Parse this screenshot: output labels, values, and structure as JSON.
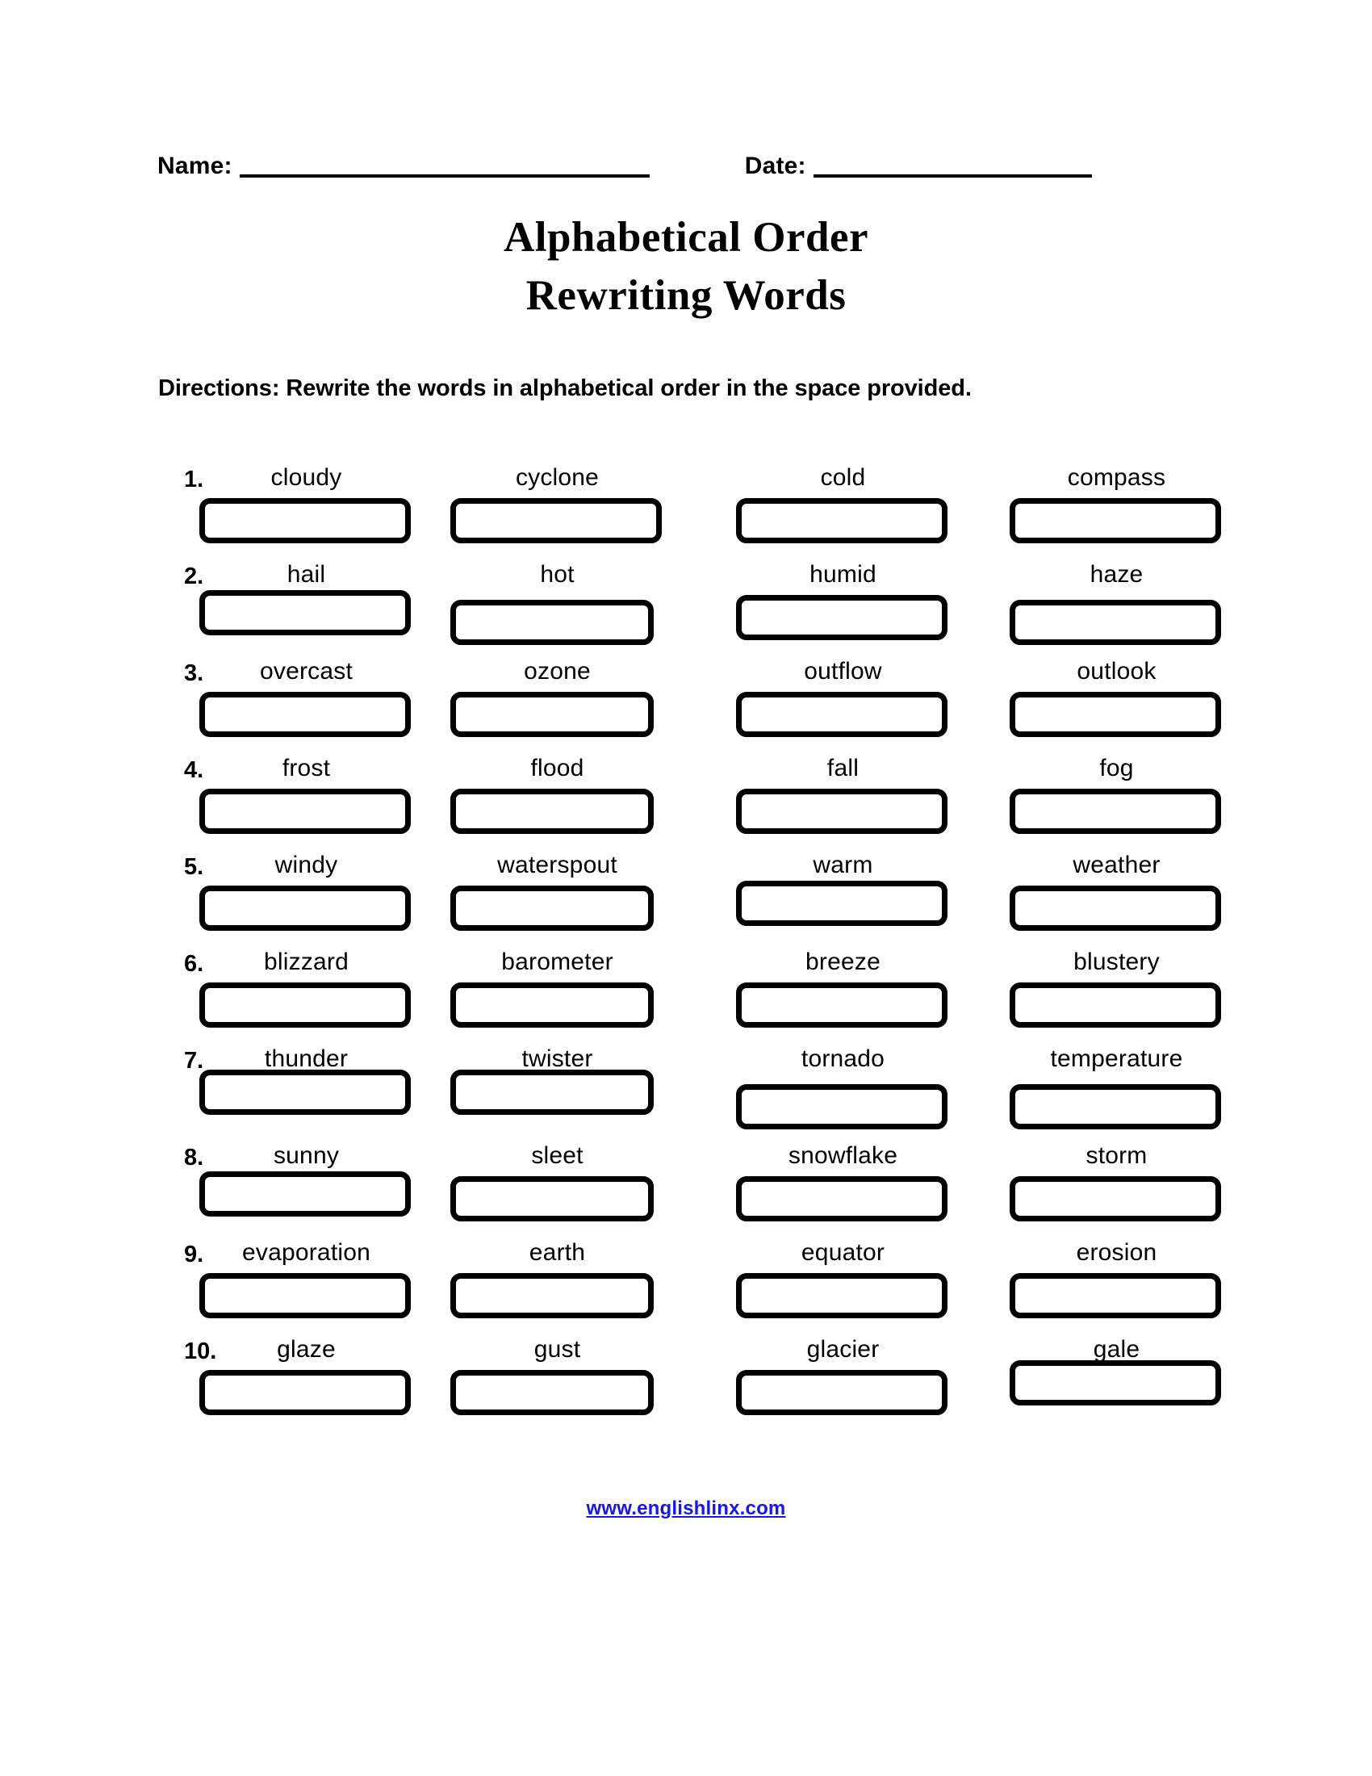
{
  "header": {
    "name_label": "Name:",
    "date_label": "Date:"
  },
  "title": {
    "line1": "Alphabetical Order",
    "line2": "Rewriting Words"
  },
  "directions": "Directions: Rewrite the words in alphabetical order in the space provided.",
  "rows": [
    {
      "number": "1.",
      "words": [
        "cloudy",
        "cyclone",
        "cold",
        "compass"
      ]
    },
    {
      "number": "2.",
      "words": [
        "hail",
        "hot",
        "humid",
        "haze"
      ]
    },
    {
      "number": "3.",
      "words": [
        "overcast",
        "ozone",
        "outflow",
        "outlook"
      ]
    },
    {
      "number": "4.",
      "words": [
        "frost",
        "flood",
        "fall",
        "fog"
      ]
    },
    {
      "number": "5.",
      "words": [
        "windy",
        "waterspout",
        "warm",
        "weather"
      ]
    },
    {
      "number": "6.",
      "words": [
        "blizzard",
        "barometer",
        "breeze",
        "blustery"
      ]
    },
    {
      "number": "7.",
      "words": [
        "thunder",
        "twister",
        "tornado",
        "temperature"
      ]
    },
    {
      "number": "8.",
      "words": [
        "sunny",
        "sleet",
        "snowflake",
        "storm"
      ]
    },
    {
      "number": "9.",
      "words": [
        "evaporation",
        "earth",
        "equator",
        "erosion"
      ]
    },
    {
      "number": "10.",
      "words": [
        "glaze",
        "gust",
        "glacier",
        "gale"
      ]
    }
  ],
  "footer": {
    "link_text": "www.englishlinx.com"
  },
  "colors": {
    "ink": "#000000",
    "paper": "#ffffff",
    "link": "#1414ff"
  }
}
